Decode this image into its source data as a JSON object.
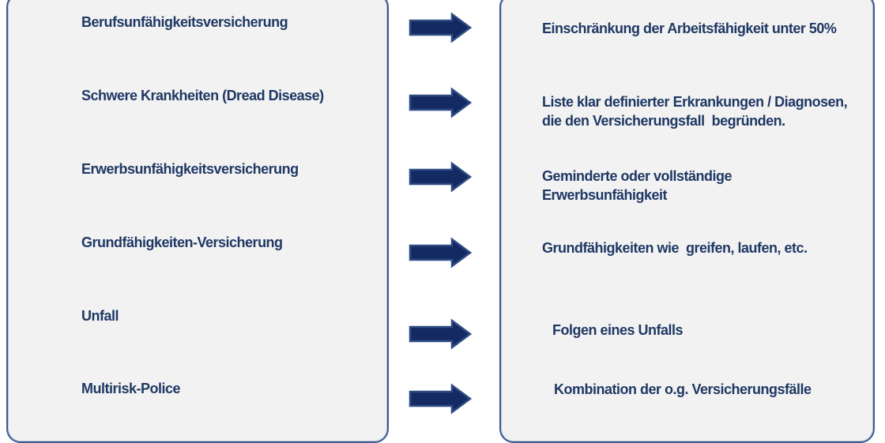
{
  "palette": {
    "background": "#ffffff",
    "panel_bg": "#f2f2f2",
    "panel_border": "#3a5a8e",
    "text": "#1f3864",
    "arrow_fill": "#142a62",
    "arrow_stroke": "#2e4c82"
  },
  "diagram": {
    "arrow_icon": "right-block-arrow",
    "rows": [
      {
        "product": "Berufsunfähigkeitsversicherung",
        "trigger": [
          "Einschränkung der Arbeitsfähigkeit unter 50%"
        ]
      },
      {
        "product": "Schwere Krankheiten (Dread Disease)",
        "trigger": [
          "Liste klar definierter Erkrankungen / Diagnosen,",
          "die den Versicherungsfall  begründen."
        ]
      },
      {
        "product": "Erwerbsunfähigkeitsversicherung",
        "trigger": [
          "Geminderte oder vollständige",
          "Erwerbsunfähigkeit"
        ]
      },
      {
        "product": "Grundfähigkeiten-Versicherung",
        "trigger": [
          "Grundfähigkeiten wie  greifen, laufen, etc."
        ]
      },
      {
        "product": "Unfall",
        "trigger": [
          "Folgen eines Unfalls"
        ]
      },
      {
        "product": "Multirisk-Police",
        "trigger": [
          "Kombination der o.g. Versicherungsfälle"
        ]
      }
    ]
  }
}
